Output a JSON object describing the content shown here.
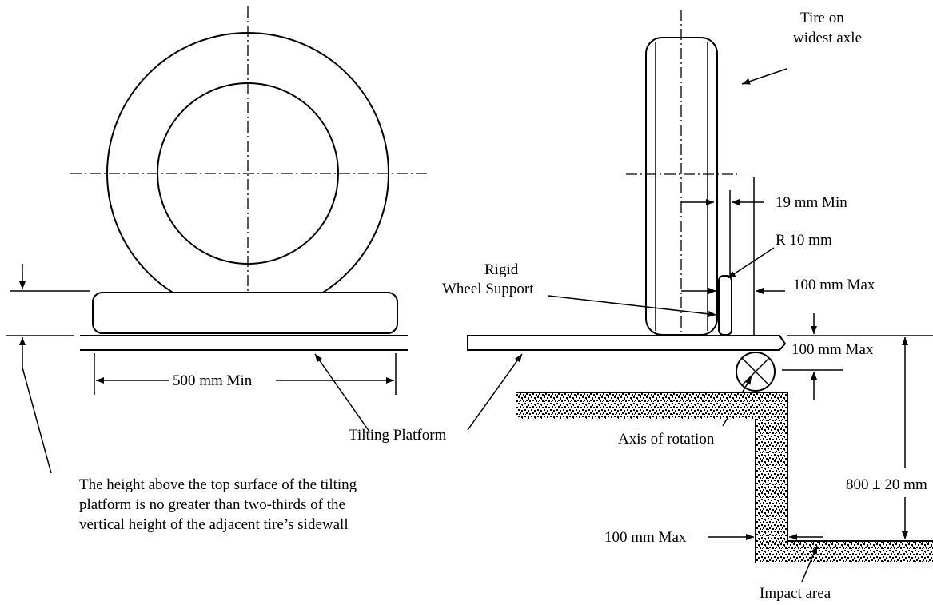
{
  "labels": {
    "tire_on": "Tire on",
    "widest_axle": "widest axle",
    "min_19": "19 mm Min",
    "r10": "R 10 mm",
    "max100_support": "100 mm Max",
    "rigid": "Rigid",
    "wheel_support": "Wheel Support",
    "max100_platform": "100 mm Max",
    "min500": "500 mm Min",
    "tilting_platform": "Tilting Platform",
    "axis_rotation": "Axis of rotation",
    "height800": "800 ± 20 mm",
    "max100_wall": "100 mm Max",
    "impact_area": "Impact area",
    "note_line1": "The height above the top surface of the tilting",
    "note_line2": "platform is no greater than two-thirds of the",
    "note_line3": "vertical height of the adjacent tire’s sidewall"
  },
  "colors": {
    "line": "#000000",
    "background": "#ffffff"
  }
}
